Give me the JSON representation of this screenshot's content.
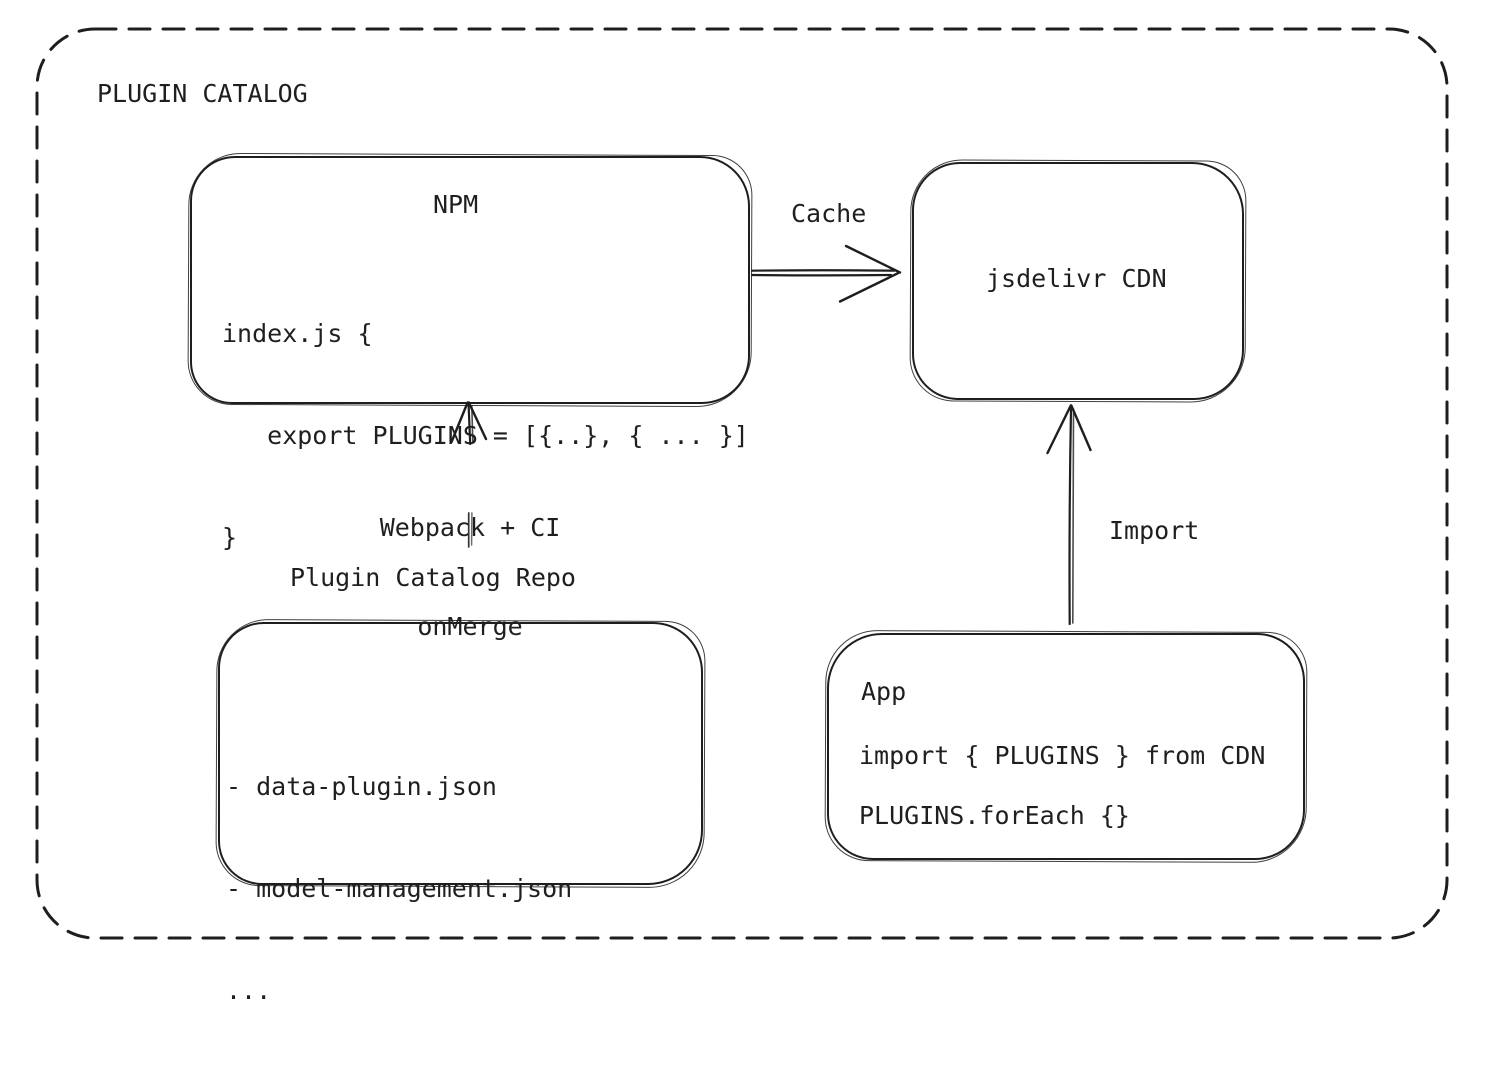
{
  "diagram": {
    "title": "PLUGIN CATALOG",
    "colors": {
      "stroke": "#1e1e1e",
      "background": "#ffffff"
    },
    "nodes": {
      "npm": {
        "title": "NPM",
        "code_lines": [
          "index.js {",
          "   export PLUGINS = [{..}, { ... }]",
          "}"
        ]
      },
      "cdn": {
        "label": "jsdelivr CDN"
      },
      "repo": {
        "label": "Plugin Catalog Repo",
        "files": [
          "- data-plugin.json",
          "- model-management.json",
          "..."
        ]
      },
      "app": {
        "title": "App",
        "code_lines": [
          "import { PLUGINS } from CDN",
          "PLUGINS.forEach {}"
        ]
      }
    },
    "edges": {
      "cache": {
        "label": "Cache"
      },
      "build": {
        "label_line1": "Webpack + CI",
        "label_line2": "onMerge"
      },
      "import": {
        "label": "Import"
      }
    }
  }
}
